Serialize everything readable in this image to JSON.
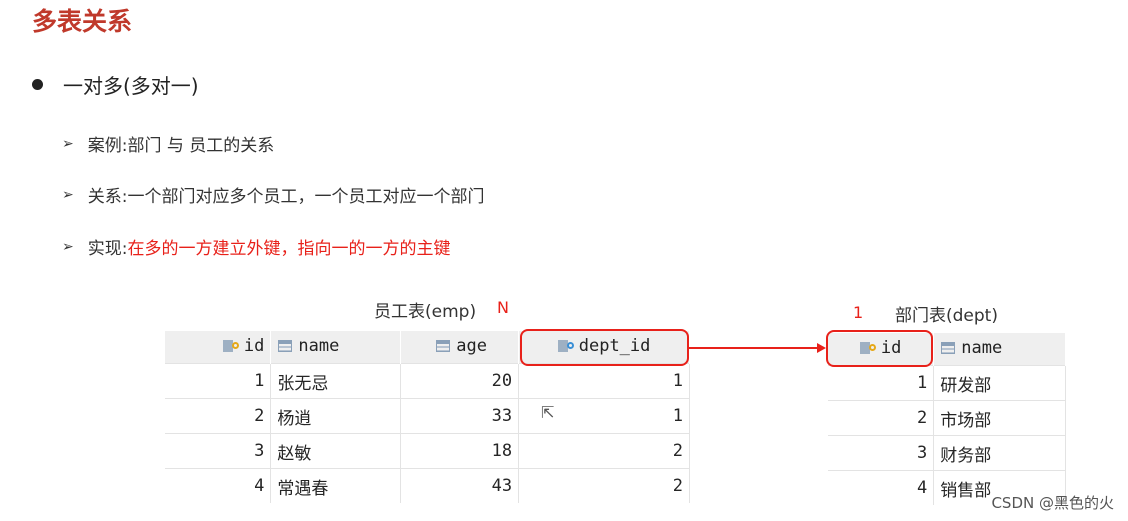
{
  "title": "多表关系",
  "heading": "一对多(多对一)",
  "points": [
    {
      "label": "案例: ",
      "text": "部门 与 员工的关系",
      "highlight": ""
    },
    {
      "label": "关系: ",
      "text": "一个部门对应多个员工，一个员工对应一个部门",
      "highlight": ""
    },
    {
      "label": "实现: ",
      "text": "",
      "highlight": "在多的一方建立外键，指向一的一方的主键"
    }
  ],
  "emp_table": {
    "caption": "员工表(emp)",
    "marker": "N",
    "columns": [
      "id",
      "name",
      "age",
      "dept_id"
    ],
    "rows": [
      [
        "1",
        "张无忌",
        "20",
        "1"
      ],
      [
        "2",
        "杨逍",
        "33",
        "1"
      ],
      [
        "3",
        "赵敏",
        "18",
        "2"
      ],
      [
        "4",
        "常遇春",
        "43",
        "2"
      ]
    ]
  },
  "dept_table": {
    "caption": "部门表(dept)",
    "marker": "1",
    "columns": [
      "id",
      "name"
    ],
    "rows": [
      [
        "1",
        "研发部"
      ],
      [
        "2",
        "市场部"
      ],
      [
        "3",
        "财务部"
      ],
      [
        "4",
        "销售部"
      ]
    ]
  },
  "icons": {
    "key": "primary-key-icon",
    "column": "column-icon",
    "foreign_key": "foreign-key-icon"
  },
  "colors": {
    "title": "#c0392b",
    "highlight": "#e8211a",
    "header_bg": "#efefef"
  },
  "watermark": "CSDN @黑色的火"
}
